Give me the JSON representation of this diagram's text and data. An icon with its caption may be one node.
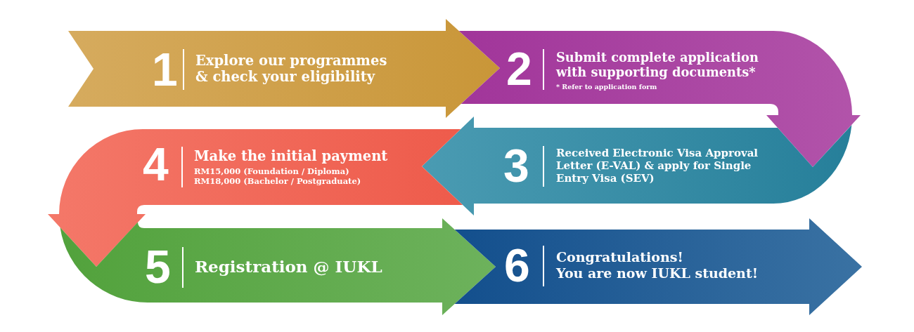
{
  "diagram": {
    "nodes": [
      {
        "text": [
          "1",
          "Explore our programmes & check your eligibility"
        ]
      },
      {
        "text": [
          "2",
          "Submit complete application with supporting documents*",
          "* Refer to application form"
        ]
      },
      {
        "text": [
          "3",
          "Received Electronic Visa Approval Letter (E-VAL) & apply for Single Entry Visa (SEV)"
        ]
      },
      {
        "text": [
          "4",
          "Make the initial payment",
          "RM15,000 (Foundation / Diploma)",
          "RM18,000 (Bachelor / Postgraduate)"
        ]
      },
      {
        "text": [
          "5",
          "Registration @ IUKL"
        ]
      },
      {
        "text": [
          "6",
          "Congratulations!",
          "You are now IUKL student!"
        ]
      }
    ]
  }
}
